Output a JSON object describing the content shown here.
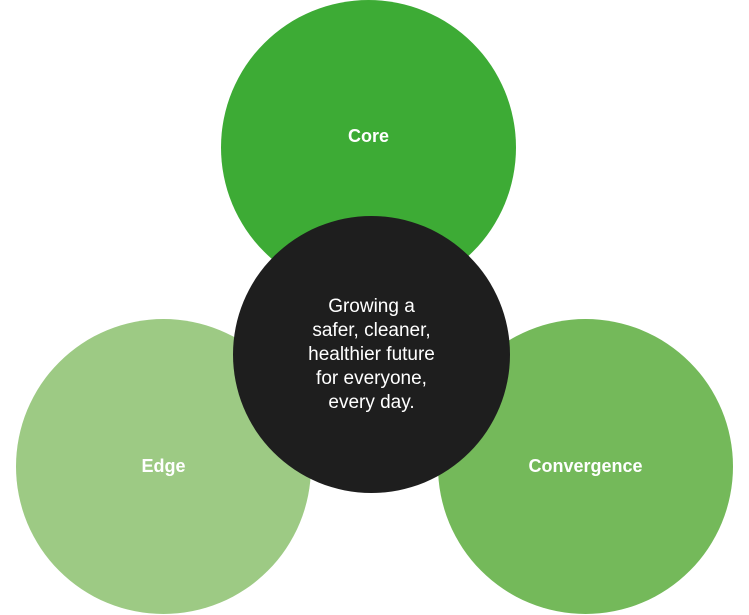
{
  "diagram": {
    "colors": {
      "core": "#3dab35",
      "edge": "#9dca84",
      "convergence": "#74b95a",
      "center": "#1e1e1e"
    },
    "circles": {
      "core": "Core",
      "edge": "Edge",
      "convergence": "Convergence"
    },
    "center_lines": [
      "Growing a",
      "safer, cleaner,",
      "healthier future",
      "for everyone,",
      "every day."
    ]
  }
}
